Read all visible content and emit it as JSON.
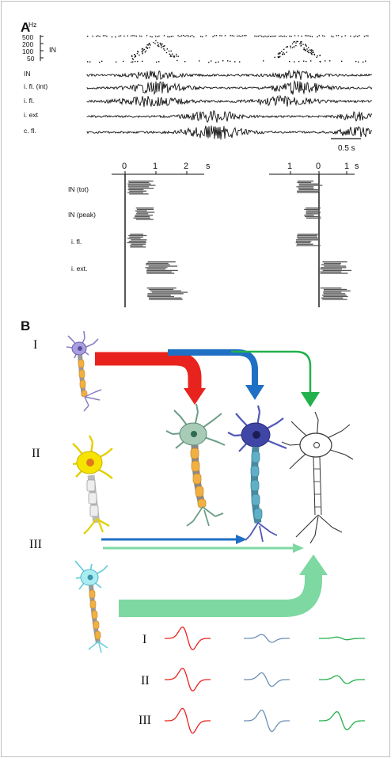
{
  "panel_a": {
    "letter": "A",
    "hz_unit": "Hz",
    "hz_ticks": [
      "500",
      "200",
      "100",
      "50"
    ],
    "in_rate_label": "IN",
    "trace_labels": [
      "IN",
      "i. fl. (int)",
      "i. fl.",
      "i. ext",
      "c. fl."
    ],
    "scale_bar": "0.5 s",
    "raster_left_axis": [
      "0",
      "1",
      "2",
      "s"
    ],
    "raster_right_axis": [
      "1",
      "0",
      "1",
      "s"
    ],
    "raster_row_labels": [
      "IN (tot)",
      "IN (peak)",
      "i. fl.",
      "i. ext."
    ]
  },
  "panel_b": {
    "letter": "B",
    "neuron_classes": [
      "I",
      "II",
      "III"
    ],
    "waveform_rows": [
      "I",
      "II",
      "III"
    ],
    "colors": {
      "class_1": "#e8231e",
      "class_2": "#1f6fc5",
      "class_3": "#22b14c",
      "pale_green": "#7ed8a2",
      "wave_blue": "#6b8fb5"
    },
    "icons": [
      "neuron-purple-icon",
      "neuron-yellow-icon",
      "neuron-cyan-icon",
      "neuron-green-target-icon",
      "neuron-blue-target-icon",
      "neuron-outline-target-icon"
    ]
  }
}
